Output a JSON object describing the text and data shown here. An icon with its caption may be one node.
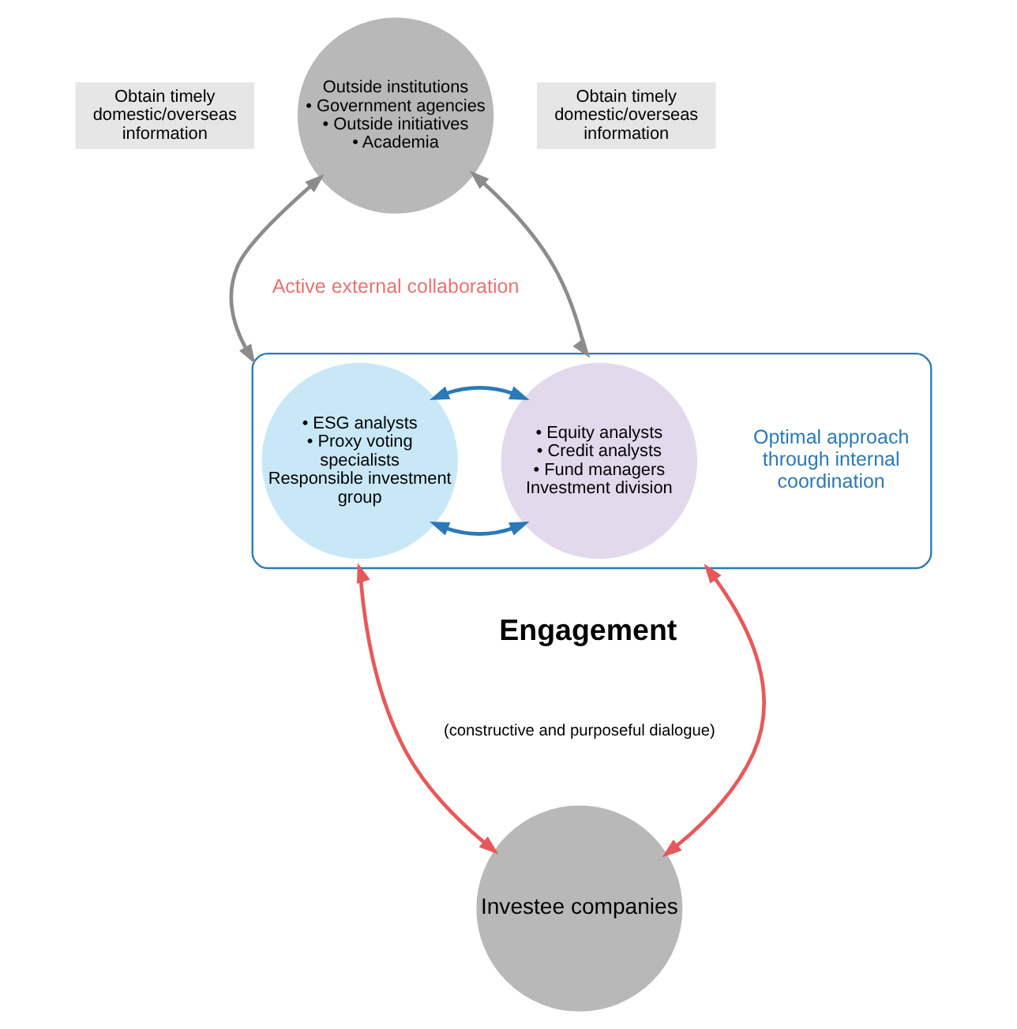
{
  "diagram": {
    "nodes": [
      {
        "text": [
          "Outside institutions",
          "• Government agencies",
          "• Outside initiatives",
          "• Academia"
        ]
      },
      {
        "text": [
          "Obtain timely domestic/overseas information"
        ]
      },
      {
        "text": [
          "Obtain timely domestic/overseas information"
        ]
      },
      {
        "text": [],
        "shape": "box"
      },
      {
        "text": [
          "• ESG analysts",
          "• Proxy voting specialists",
          "Responsible investment group"
        ],
        "in": 3
      },
      {
        "text": [
          "Optimal approach through internal coordination"
        ],
        "in": 3
      },
      {
        "text": [
          "• Equity analysts",
          "• Credit analysts",
          "• Fund managers",
          "Investment division"
        ],
        "in": 3
      },
      {
        "text": [
          "Investee companies"
        ]
      }
    ],
    "edges": [
      {
        "from": 0,
        "to": 3,
        "arrow": "both",
        "color": "#8c8c8c"
      },
      {
        "from": 0,
        "to": 3,
        "arrow": "both",
        "color": "#8c8c8c"
      },
      {
        "from": 4,
        "to": 6,
        "arrow": "both",
        "color": "#2a7ab8"
      },
      {
        "from": 4,
        "to": 6,
        "arrow": "both",
        "color": "#2a7ab8"
      },
      {
        "from": 3,
        "to": 7,
        "arrow": "both",
        "color": "#e8585a"
      },
      {
        "from": 3,
        "to": 7,
        "arrow": "both",
        "color": "#e8585a"
      }
    ],
    "labels": [
      "Active external collaboration",
      "Engagement",
      "(constructive and purposeful dialogue)"
    ]
  }
}
